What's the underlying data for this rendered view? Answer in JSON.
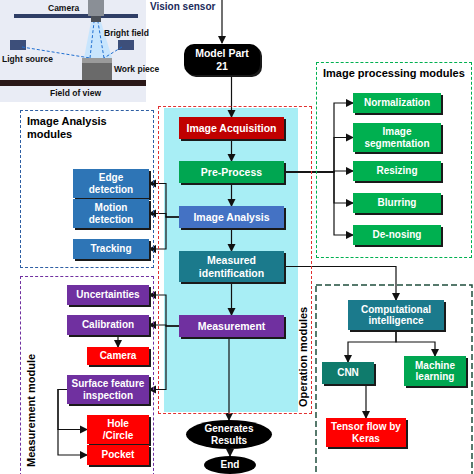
{
  "diagram": {
    "nodes": [
      {
        "text": [
          "Model Part 21"
        ]
      },
      {
        "text": [
          "Image processing modules"
        ]
      },
      {
        "text": [
          "Normalization"
        ],
        "in": 1
      },
      {
        "text": [
          "Image segmentation"
        ],
        "in": 1
      },
      {
        "text": [
          "Resizing"
        ],
        "in": 1
      },
      {
        "text": [
          "Blurring"
        ],
        "in": 1
      },
      {
        "text": [
          "De-nosing"
        ],
        "in": 1
      },
      {
        "text": [
          "Image Analysis modules"
        ]
      },
      {
        "text": [
          "Edge detection"
        ],
        "in": 7
      },
      {
        "text": [
          "Motion detection"
        ],
        "in": 7
      },
      {
        "text": [
          "Tracking"
        ],
        "in": 7
      },
      {
        "text": [
          "Operation modules"
        ]
      },
      {
        "text": [
          "Image Acquisition"
        ],
        "in": 11
      },
      {
        "text": [
          "Pre-Process"
        ],
        "in": 11
      },
      {
        "text": [
          "Image Analysis"
        ],
        "in": 11
      },
      {
        "text": [
          "Measured identification"
        ],
        "in": 11
      },
      {
        "text": [
          "Measurement"
        ],
        "in": 11
      },
      {
        "text": [
          "Measurement module"
        ]
      },
      {
        "text": [
          "Uncertainties"
        ],
        "in": 17
      },
      {
        "text": [
          "Calibration"
        ],
        "in": 17
      },
      {
        "text": [
          "Camera"
        ],
        "in": 17
      },
      {
        "text": [
          "Surface feature inspection"
        ],
        "in": 17
      },
      {
        "text": [
          "Hole /Circle"
        ],
        "in": 17
      },
      {
        "text": [
          "Pocket"
        ],
        "in": 17
      },
      {
        "text": [
          "Computational intelligence"
        ]
      },
      {
        "text": [
          "CNN"
        ]
      },
      {
        "text": [
          "Machine learning"
        ]
      },
      {
        "text": [
          "Tensor flow by Keras"
        ]
      },
      {
        "text": [
          "Generates Results"
        ]
      },
      {
        "text": [
          "End"
        ]
      }
    ],
    "edges": [
      {
        "from": 0,
        "to": 12,
        "arrow": "to"
      },
      {
        "from": 12,
        "to": 13,
        "arrow": "to"
      },
      {
        "from": 13,
        "to": 14,
        "arrow": "to"
      },
      {
        "from": 14,
        "to": 15,
        "arrow": "to"
      },
      {
        "from": 15,
        "to": 16,
        "arrow": "to"
      },
      {
        "from": 16,
        "to": 28,
        "arrow": "to"
      },
      {
        "from": 28,
        "to": 29,
        "arrow": "to"
      },
      {
        "from": 13,
        "to": 2,
        "arrow": "to"
      },
      {
        "from": 13,
        "to": 3,
        "arrow": "to"
      },
      {
        "from": 13,
        "to": 4,
        "arrow": "to"
      },
      {
        "from": 13,
        "to": 5,
        "arrow": "to"
      },
      {
        "from": 13,
        "to": 6,
        "arrow": "to"
      },
      {
        "from": 14,
        "to": 8,
        "arrow": "to"
      },
      {
        "from": 14,
        "to": 9,
        "arrow": "to"
      },
      {
        "from": 14,
        "to": 10,
        "arrow": "to"
      },
      {
        "from": 16,
        "to": 18,
        "arrow": "to"
      },
      {
        "from": 16,
        "to": 19,
        "arrow": "to"
      },
      {
        "from": 16,
        "to": 21,
        "arrow": "to"
      },
      {
        "from": 19,
        "to": 20,
        "arrow": "to"
      },
      {
        "from": 21,
        "to": 22,
        "arrow": "to"
      },
      {
        "from": 21,
        "to": 23,
        "arrow": "to"
      },
      {
        "from": 15,
        "to": 24,
        "arrow": "to"
      },
      {
        "from": 24,
        "to": 25,
        "arrow": "to"
      },
      {
        "from": 24,
        "to": 26,
        "arrow": "to"
      },
      {
        "from": 25,
        "to": 27,
        "arrow": "to"
      }
    ],
    "labels": [
      "Vision sensor",
      "Light source",
      "Bright field",
      "Work piece",
      "Camera",
      "Field of view"
    ]
  }
}
